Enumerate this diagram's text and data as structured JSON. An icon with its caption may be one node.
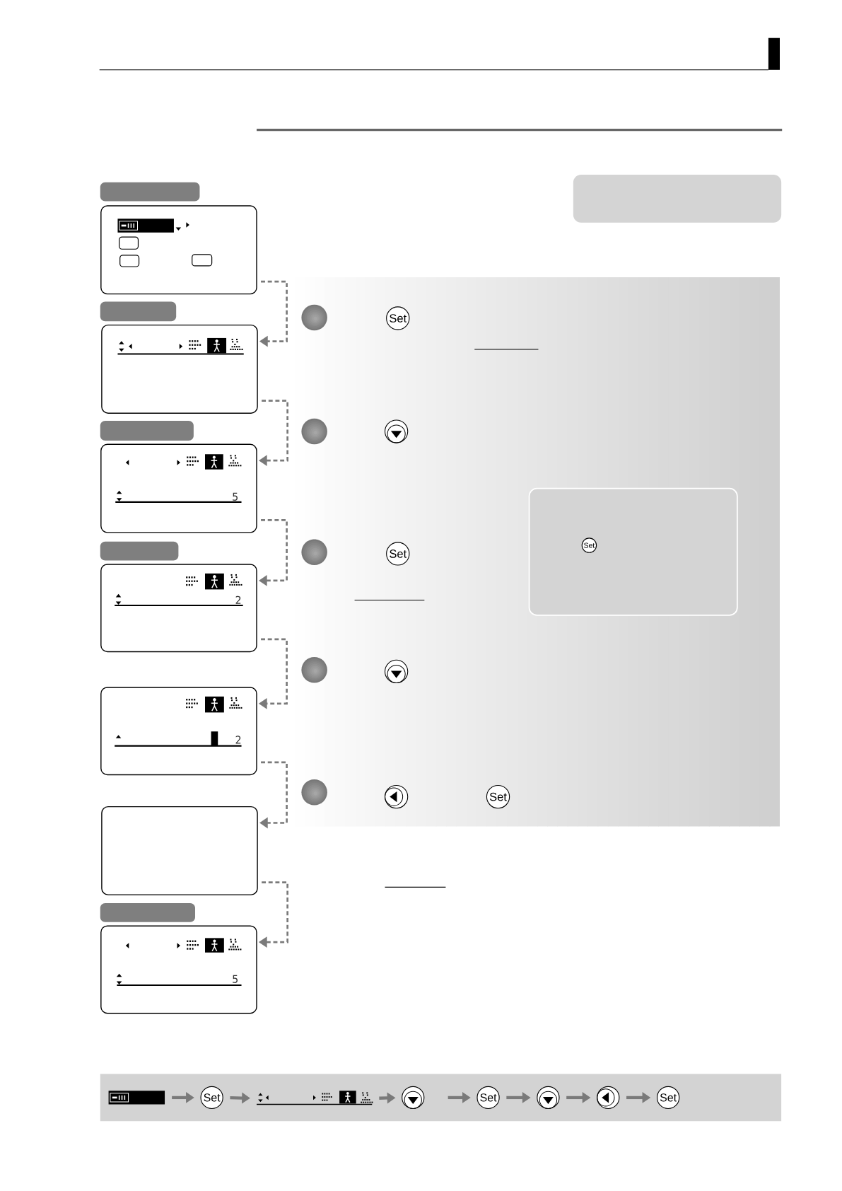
{
  "diagram": {
    "nodes": [
      {
        "text": [],
        "shape": "box"
      },
      {
        "text": [],
        "shape": "box"
      },
      {
        "text": [
          "5"
        ]
      },
      {
        "text": [
          "2"
        ]
      },
      {
        "text": [
          "2"
        ]
      },
      {
        "text": [],
        "shape": "box"
      },
      {
        "text": [
          "5"
        ]
      },
      {
        "text": [],
        "shape": "box"
      },
      {
        "text": [
          "Set"
        ]
      },
      {
        "text": [],
        "shape": "box"
      },
      {
        "text": [
          "Set"
        ],
        "in": 9
      },
      {
        "text": [
          "Set"
        ]
      },
      {
        "text": [
          "Set"
        ]
      },
      {
        "text": [],
        "shape": "box"
      },
      {
        "text": [],
        "shape": "picture",
        "in": 13
      },
      {
        "text": [
          "Set"
        ],
        "in": 13
      },
      {
        "text": [],
        "shape": "picture",
        "in": 13
      },
      {
        "text": [],
        "shape": "circle",
        "in": 13
      },
      {
        "text": [
          "Set"
        ],
        "in": 13
      },
      {
        "text": [],
        "shape": "circle",
        "in": 13
      },
      {
        "text": [],
        "shape": "circle",
        "in": 13
      },
      {
        "text": [
          "Set"
        ],
        "in": 13
      }
    ],
    "edges": [
      {
        "from": 0,
        "to": 1,
        "arrow": "to",
        "style": "dashed"
      },
      {
        "from": 1,
        "to": 2,
        "arrow": "to",
        "style": "dashed"
      },
      {
        "from": 2,
        "to": 3,
        "arrow": "to",
        "style": "dashed"
      },
      {
        "from": 3,
        "to": 4,
        "arrow": "to",
        "style": "dashed"
      },
      {
        "from": 4,
        "to": 5,
        "arrow": "to",
        "style": "dashed"
      },
      {
        "from": 5,
        "to": 6,
        "arrow": "to",
        "style": "dashed"
      },
      {
        "from": 14,
        "to": 15,
        "arrow": "to"
      },
      {
        "from": 15,
        "to": 16,
        "arrow": "to"
      },
      {
        "from": 16,
        "to": 17,
        "arrow": "to"
      },
      {
        "from": null,
        "to": 18,
        "arrow": "to"
      },
      {
        "from": 18,
        "to": 19,
        "arrow": "to"
      },
      {
        "from": 19,
        "to": 20,
        "arrow": "to"
      },
      {
        "from": 20,
        "to": 21,
        "arrow": "to"
      }
    ]
  }
}
